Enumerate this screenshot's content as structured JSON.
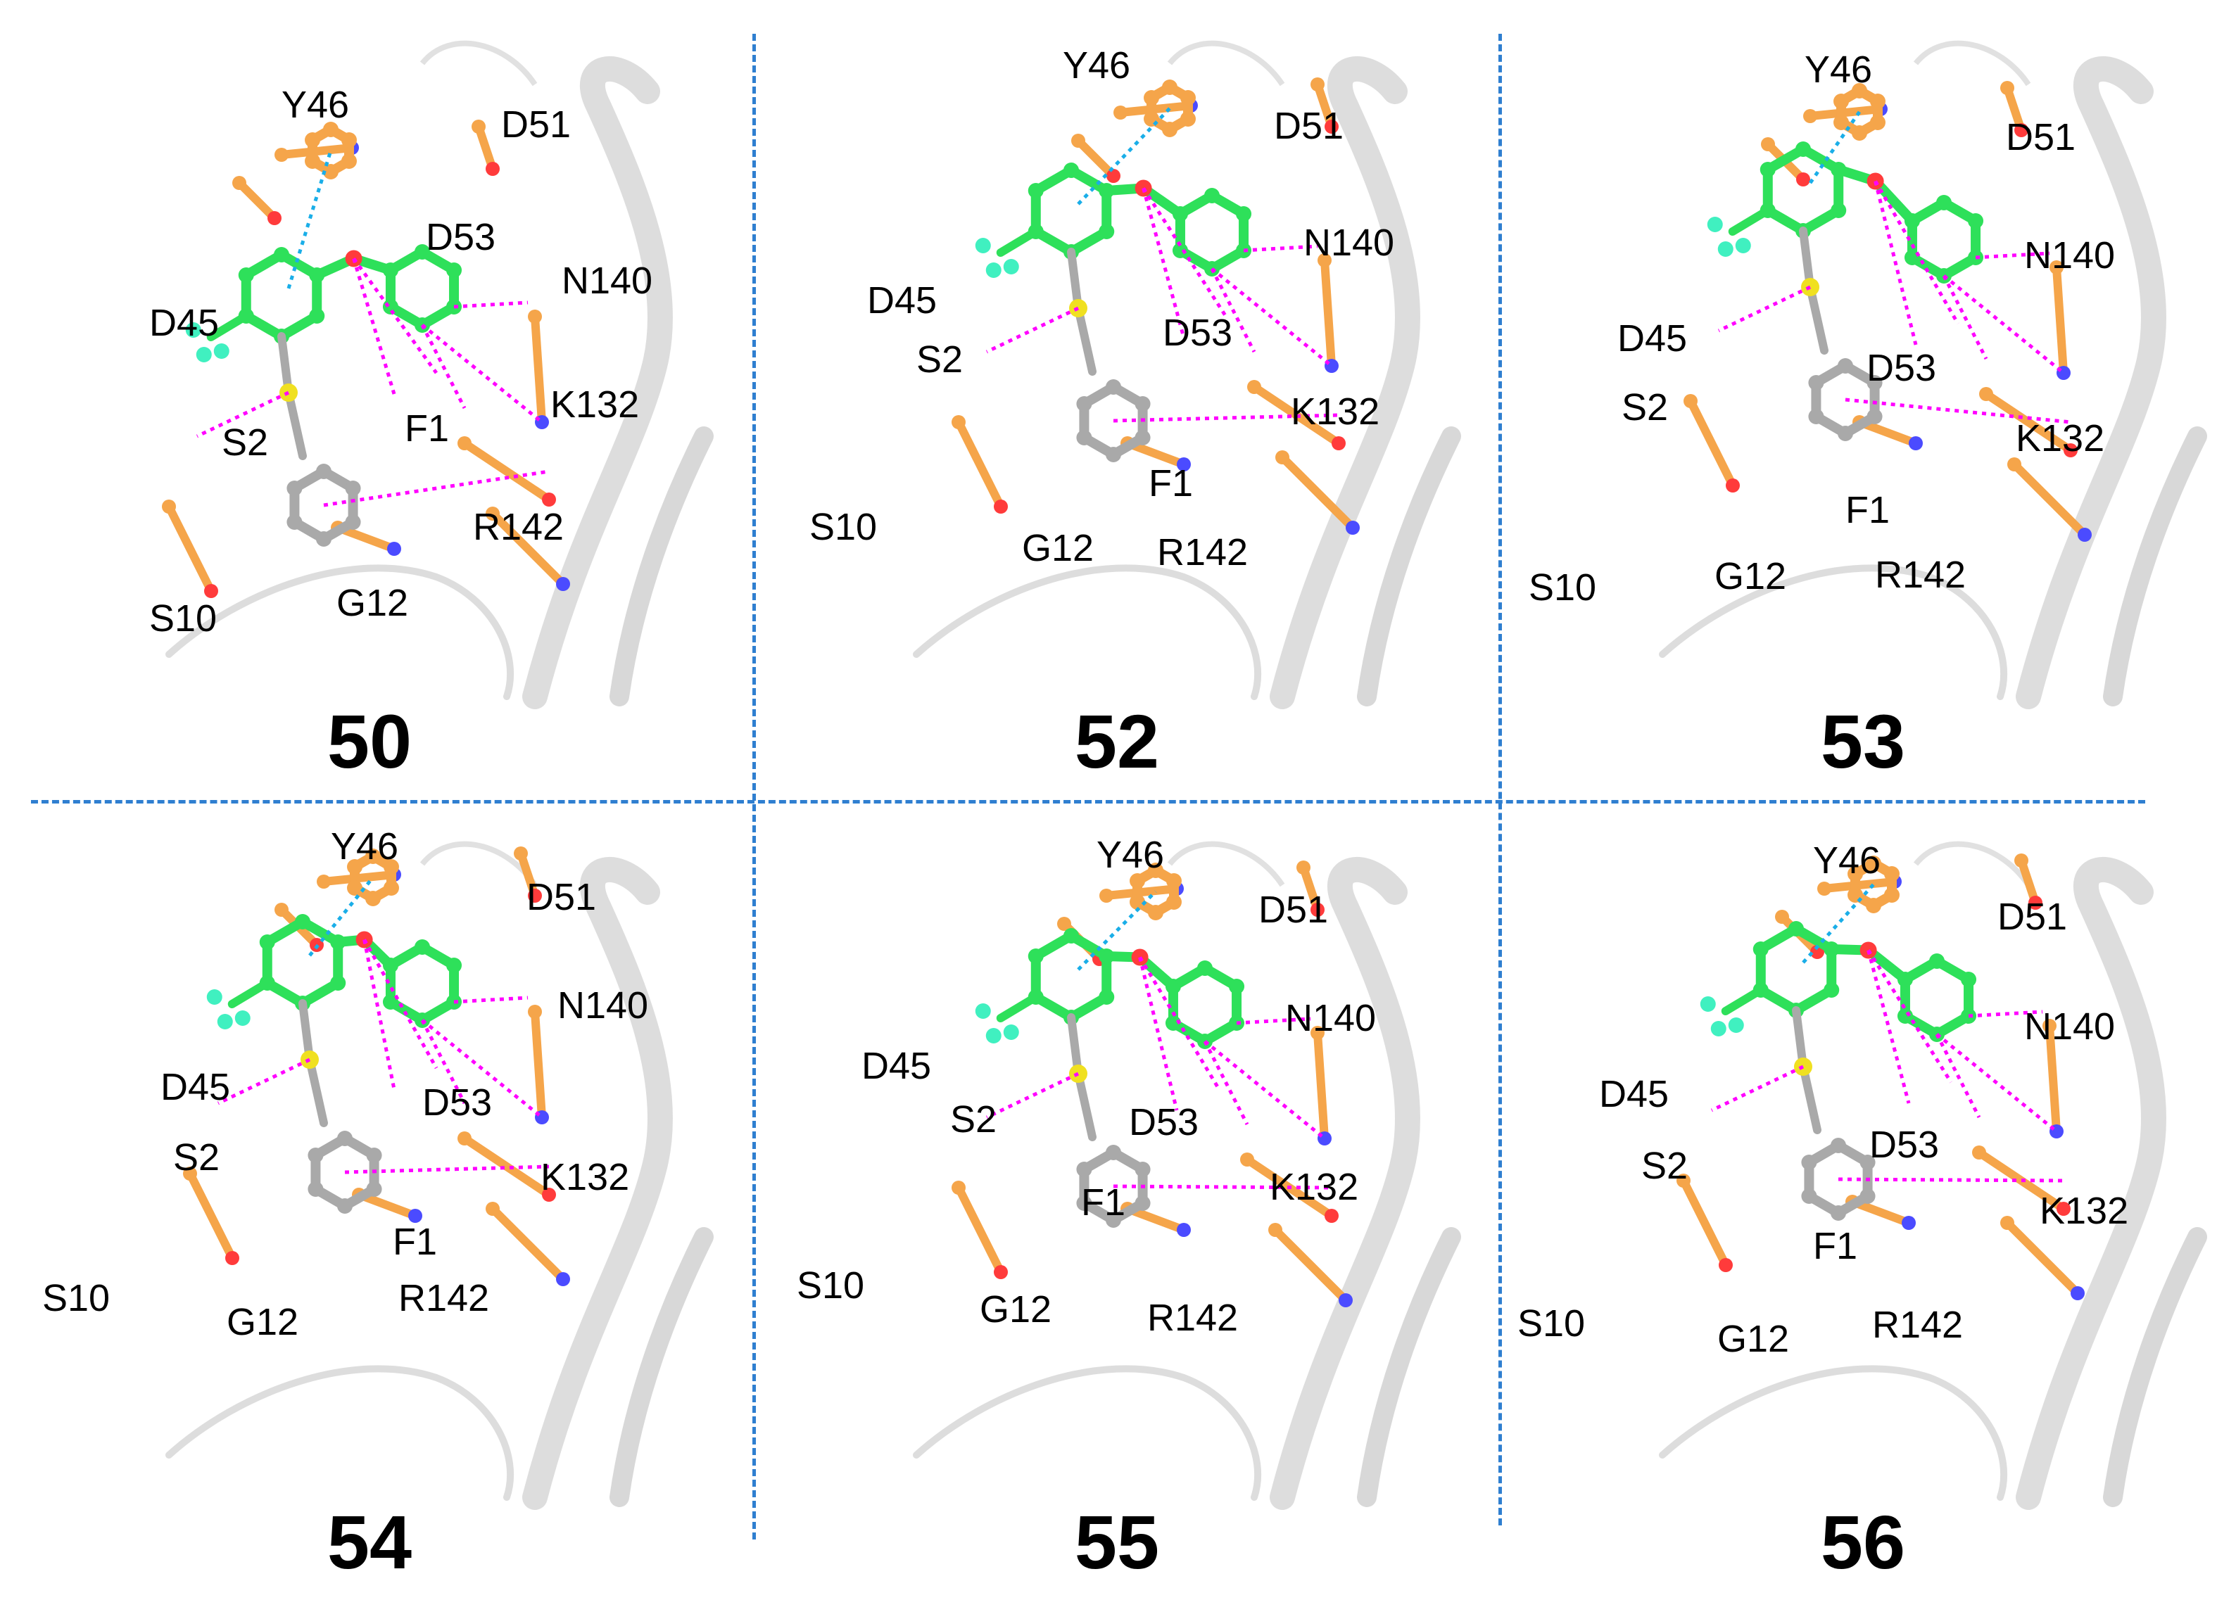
{
  "panels": [
    {
      "compound": "50",
      "labels": {
        "Y46": "Y46",
        "D51": "D51",
        "D53": "D53",
        "N140": "N140",
        "D45": "D45",
        "S2": "S2",
        "F1": "F1",
        "K132": "K132",
        "R142": "R142",
        "S10": "S10",
        "G12": "G12"
      }
    },
    {
      "compound": "52",
      "labels": {
        "Y46": "Y46",
        "D51": "D51",
        "D53": "D53",
        "N140": "N140",
        "D45": "D45",
        "S2": "S2",
        "F1": "F1",
        "K132": "K132",
        "R142": "R142",
        "S10": "S10",
        "G12": "G12"
      }
    },
    {
      "compound": "53",
      "labels": {
        "Y46": "Y46",
        "D51": "D51",
        "D53": "D53",
        "N140": "N140",
        "D45": "D45",
        "S2": "S2",
        "F1": "F1",
        "K132": "K132",
        "R142": "R142",
        "S10": "S10",
        "G12": "G12"
      }
    },
    {
      "compound": "54",
      "labels": {
        "Y46": "Y46",
        "D51": "D51",
        "D53": "D53",
        "N140": "N140",
        "D45": "D45",
        "S2": "S2",
        "F1": "F1",
        "K132": "K132",
        "R142": "R142",
        "S10": "S10",
        "G12": "G12"
      }
    },
    {
      "compound": "55",
      "labels": {
        "Y46": "Y46",
        "D51": "D51",
        "D53": "D53",
        "N140": "N140",
        "D45": "D45",
        "S2": "S2",
        "F1": "F1",
        "K132": "K132",
        "R142": "R142",
        "S10": "S10",
        "G12": "G12"
      }
    },
    {
      "compound": "56",
      "labels": {
        "Y46": "Y46",
        "D51": "D51",
        "D53": "D53",
        "N140": "N140",
        "D45": "D45",
        "S2": "S2",
        "F1": "F1",
        "K132": "K132",
        "R142": "R142",
        "S10": "S10",
        "G12": "G12"
      }
    }
  ],
  "colors": {
    "ligand_core": "#2ee05a",
    "ligand_variable": "#a9a9a9",
    "residue": "#f5a54a",
    "ribbon": "#d9d9d9",
    "hbond": "#ff00ff",
    "pi_stack": "#1aaee8",
    "nitrogen": "#4b4bff",
    "oxygen": "#ff3b3b",
    "sulfur": "#f0e020",
    "fluorine": "#40f0c0",
    "chlorine": "#20d040",
    "divider": "#2f7fd0"
  }
}
